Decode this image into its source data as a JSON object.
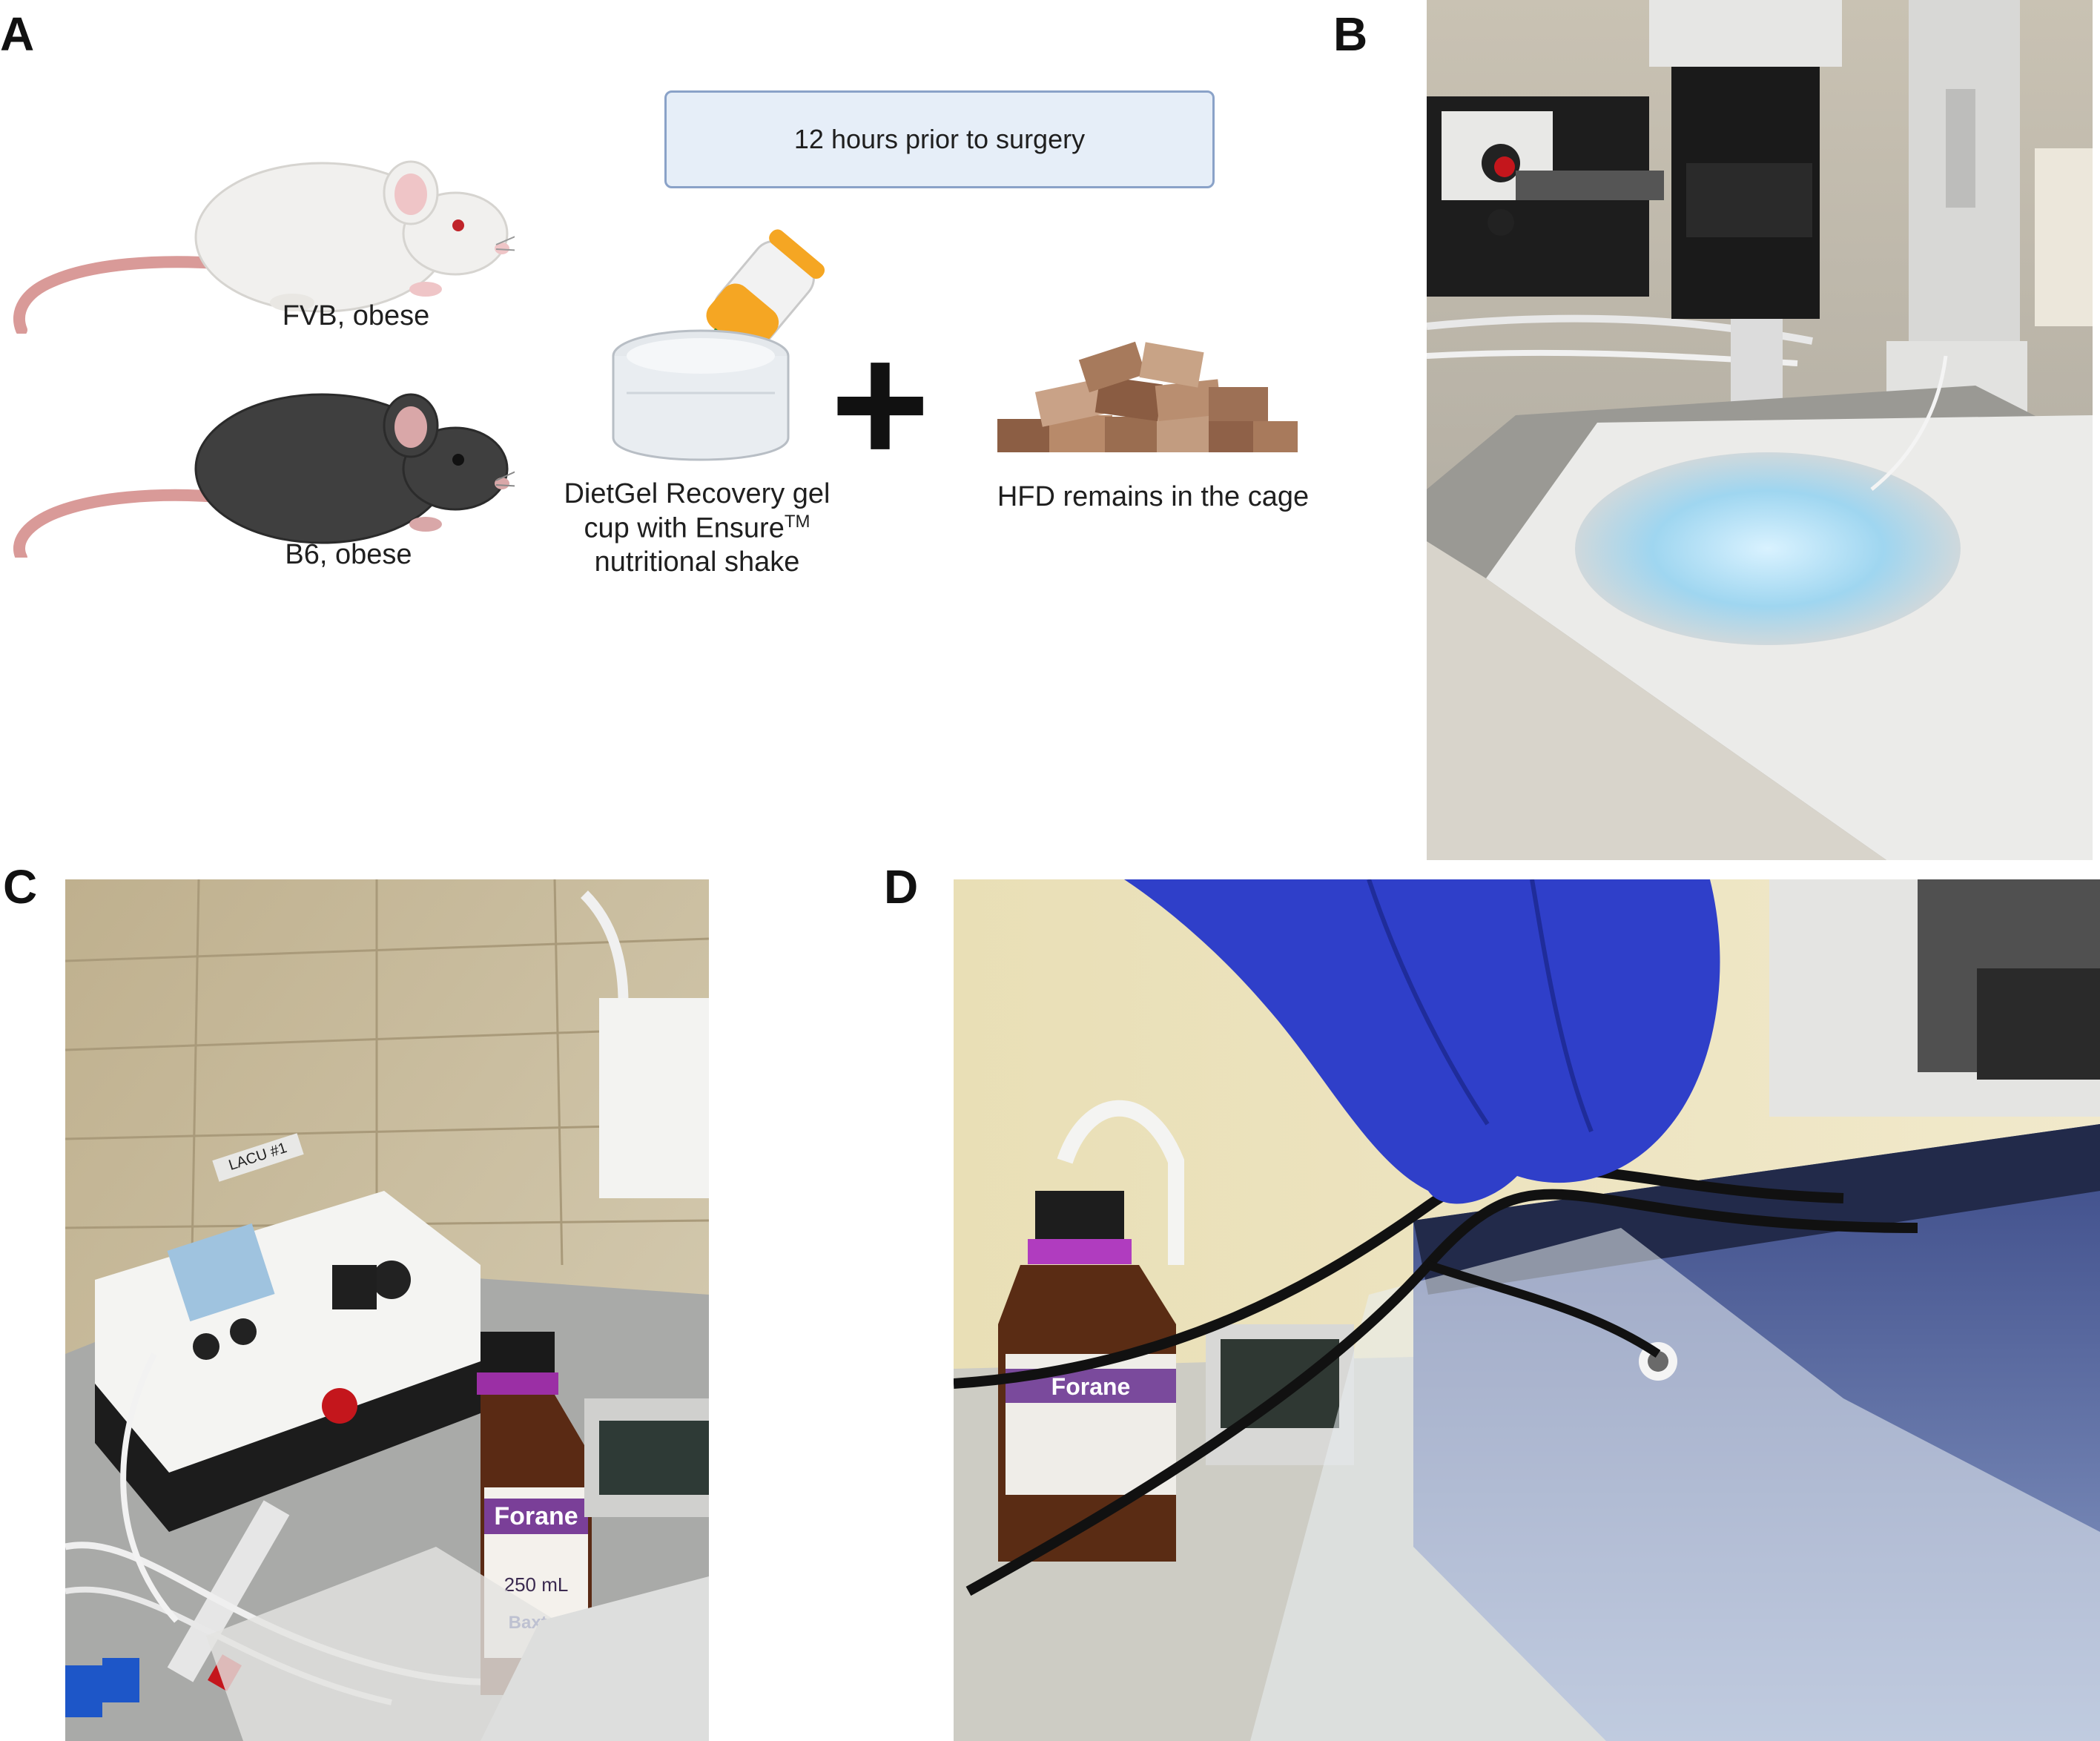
{
  "panels": {
    "a": "A",
    "b": "B",
    "c": "C",
    "d": "D"
  },
  "panel_a": {
    "mouse_1_label": "FVB, obese",
    "mouse_2_label": "B6, obese",
    "timing_box": "12 hours prior to surgery",
    "gel_line_1": "DietGel Recovery gel",
    "gel_line_2": "cup with Ensure",
    "gel_tm": "TM",
    "gel_line_3": "nutritional shake",
    "plus": "+",
    "hfd_label": "HFD remains in the cage"
  },
  "panel_c": {
    "device_label": "LACU #1",
    "bottle_brand": "Forane",
    "bottle_volume": "250 mL",
    "bottle_maker": "Baxter"
  },
  "panel_d": {
    "bottle_brand": "Forane"
  },
  "colors": {
    "box_fill": "#e6eef8",
    "box_stroke": "#8aa2c8",
    "mouse_white": "#f1f0ee",
    "mouse_dark": "#3f3f3f",
    "tail": "#d99a98",
    "glove": "#2f3fc9",
    "chow": "#a87a5c"
  }
}
